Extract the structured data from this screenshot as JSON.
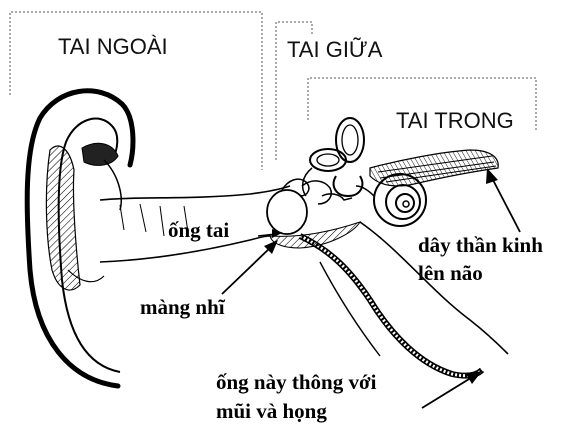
{
  "regions": {
    "outer": "TAI NGOÀI",
    "middle": "TAI GIỮA",
    "inner": "TAI TRONG"
  },
  "labels": {
    "ear_canal": "ống tai",
    "eardrum": "màng nhĩ",
    "nerve_line1": "dây thần kinh",
    "nerve_line2": "lên não",
    "tube_line1": "ống này thông với",
    "tube_line2": "mũi và họng"
  }
}
